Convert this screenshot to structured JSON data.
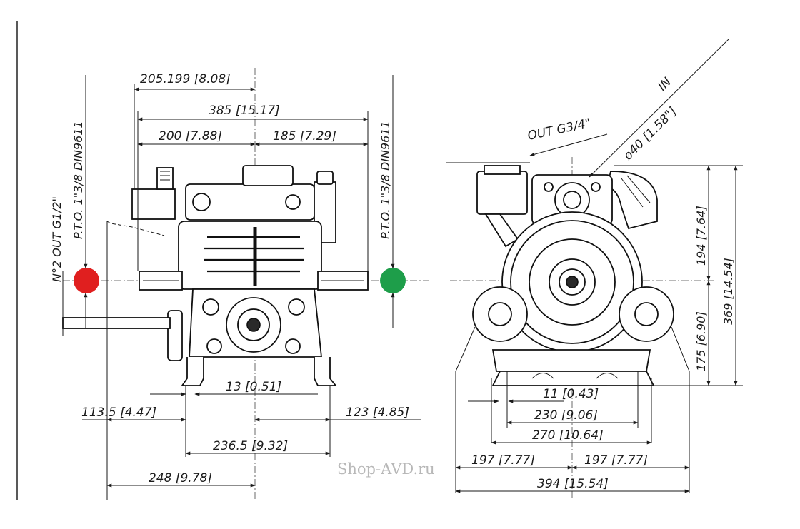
{
  "dimensions": {
    "d_205": "205.199 [8.08]",
    "d_385": "385 [15.17]",
    "d_200": "200 [7.88]",
    "d_185": "185 [7.29]",
    "d_13": "13 [0.51]",
    "d_113": "113.5 [4.47]",
    "d_123": "123 [4.85]",
    "d_236": "236.5 [9.32]",
    "d_248": "248 [9.78]",
    "d_11": "11 [0.43]",
    "d_230": "230 [9.06]",
    "d_270": "270 [10.64]",
    "d_197_left": "197 [7.77]",
    "d_197_right": "197 [7.77]",
    "d_394": "394 [15.54]",
    "d_194": "194 [7.64]",
    "d_175": "175 [6.90]",
    "d_369": "369 [14.54]",
    "d_40": "ø40 [1.58\"]"
  },
  "labels": {
    "out2": "N°2 OUT G1/2\"",
    "pto_left": "P.T.O. 1\"3/8 DIN9611",
    "pto_right": "P.T.O. 1\"3/8 DIN9611",
    "out_g34": "OUT G3/4\"",
    "in": "IN"
  },
  "markers": {
    "left_color": "#e01f1f",
    "right_color": "#1e9e4a"
  },
  "watermark": "Shop-AVD.ru"
}
